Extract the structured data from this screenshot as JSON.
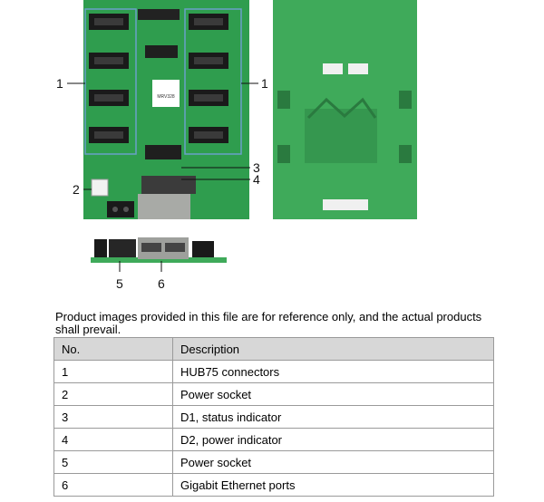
{
  "figure": {
    "front_chip_label": "MRV328",
    "callouts": [
      "1",
      "1",
      "2",
      "3",
      "4",
      "5",
      "6"
    ]
  },
  "note": "Product images provided in this file are for reference only, and the actual products shall prevail.",
  "table": {
    "headers": [
      "No.",
      "Description"
    ],
    "rows": [
      [
        "1",
        "HUB75 connectors"
      ],
      [
        "2",
        "Power socket"
      ],
      [
        "3",
        "D1, status indicator"
      ],
      [
        "4",
        "D2, power indicator"
      ],
      [
        "5",
        "Power socket"
      ],
      [
        "6",
        "Gigabit Ethernet ports"
      ]
    ]
  },
  "colors": {
    "pcb_front": "#2f9d4e",
    "pcb_back": "#3faa5a",
    "callout_line": "#6aa0c8",
    "header_bg": "#d7d7d7",
    "connector": "#1a1a1a"
  }
}
